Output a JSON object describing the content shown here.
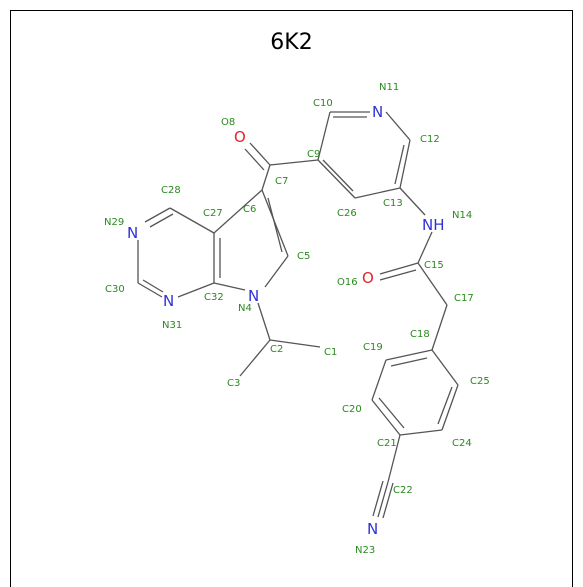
{
  "title": "6K2",
  "colors": {
    "carbon_label": "#2a8a1e",
    "nitrogen": "#3030d8",
    "oxygen": "#e0252a",
    "bond": "#555555"
  },
  "atom_labels": {
    "C1": "C1",
    "C2": "C2",
    "C3": "C3",
    "N4": "N4",
    "C5": "C5",
    "C6": "C6",
    "C7": "C7",
    "O8": "O8",
    "C9": "C9",
    "C10": "C10",
    "N11": "N11",
    "C12": "C12",
    "C13": "C13",
    "N14": "N14",
    "C15": "C15",
    "O16": "O16",
    "C17": "C17",
    "C18": "C18",
    "C19": "C19",
    "C20": "C20",
    "C21": "C21",
    "C22": "C22",
    "N23": "N23",
    "C24": "C24",
    "C25": "C25",
    "C26": "C26",
    "C27": "C27",
    "C28": "C28",
    "N29": "N29",
    "C30": "C30",
    "N31": "N31",
    "C32": "C32"
  },
  "atom_symbols": {
    "N": "N",
    "O": "O",
    "NH": "NH"
  }
}
